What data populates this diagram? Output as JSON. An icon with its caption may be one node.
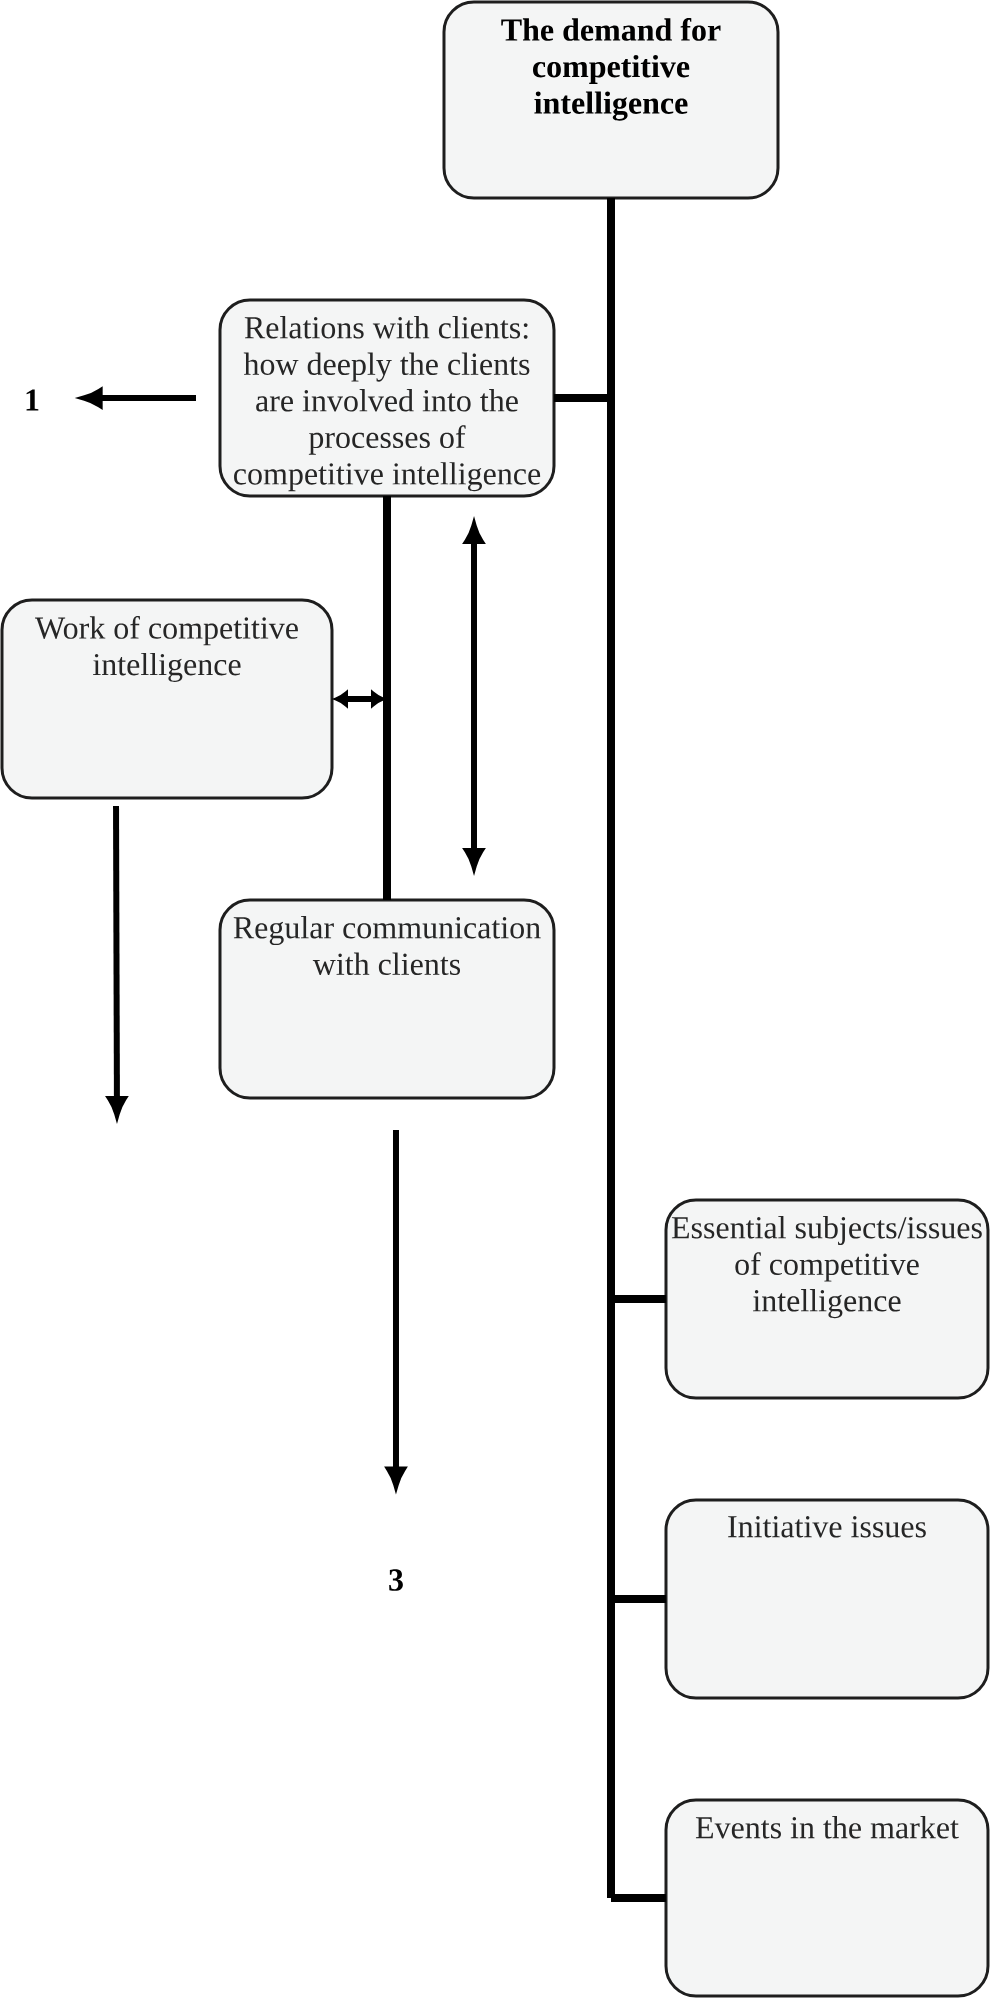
{
  "diagram": {
    "nodes": [
      {
        "text": [
          "The demand for competitive intelligence"
        ]
      },
      {
        "text": [
          "Relations with clients: how deeply the clients are involved into the processes of competitive intelligence"
        ]
      },
      {
        "text": [
          "1"
        ]
      },
      {
        "text": [
          "Work of competitive intelligence"
        ]
      },
      {
        "text": [
          "Regular communication with clients"
        ]
      },
      {
        "text": [
          "3"
        ]
      },
      {
        "text": [
          "Essential subjects/issues of competitive intelligence"
        ]
      },
      {
        "text": [
          "Initiative issues"
        ]
      },
      {
        "text": [
          "Events in the market"
        ]
      }
    ],
    "edges": [
      {
        "from": 0,
        "to": 1,
        "arrow": "none"
      },
      {
        "from": 0,
        "to": 6,
        "arrow": "none"
      },
      {
        "from": 0,
        "to": 7,
        "arrow": "none"
      },
      {
        "from": 0,
        "to": 8,
        "arrow": "none"
      },
      {
        "from": 1,
        "to": 2,
        "arrow": "to"
      },
      {
        "from": 1,
        "to": 4,
        "arrow": "none"
      },
      {
        "from": 1,
        "to": 4,
        "arrow": "both"
      },
      {
        "from": 3,
        "to": null,
        "arrow": "both"
      },
      {
        "from": 3,
        "to": null,
        "arrow": "to"
      },
      {
        "from": 4,
        "to": 5,
        "arrow": "to"
      }
    ]
  }
}
